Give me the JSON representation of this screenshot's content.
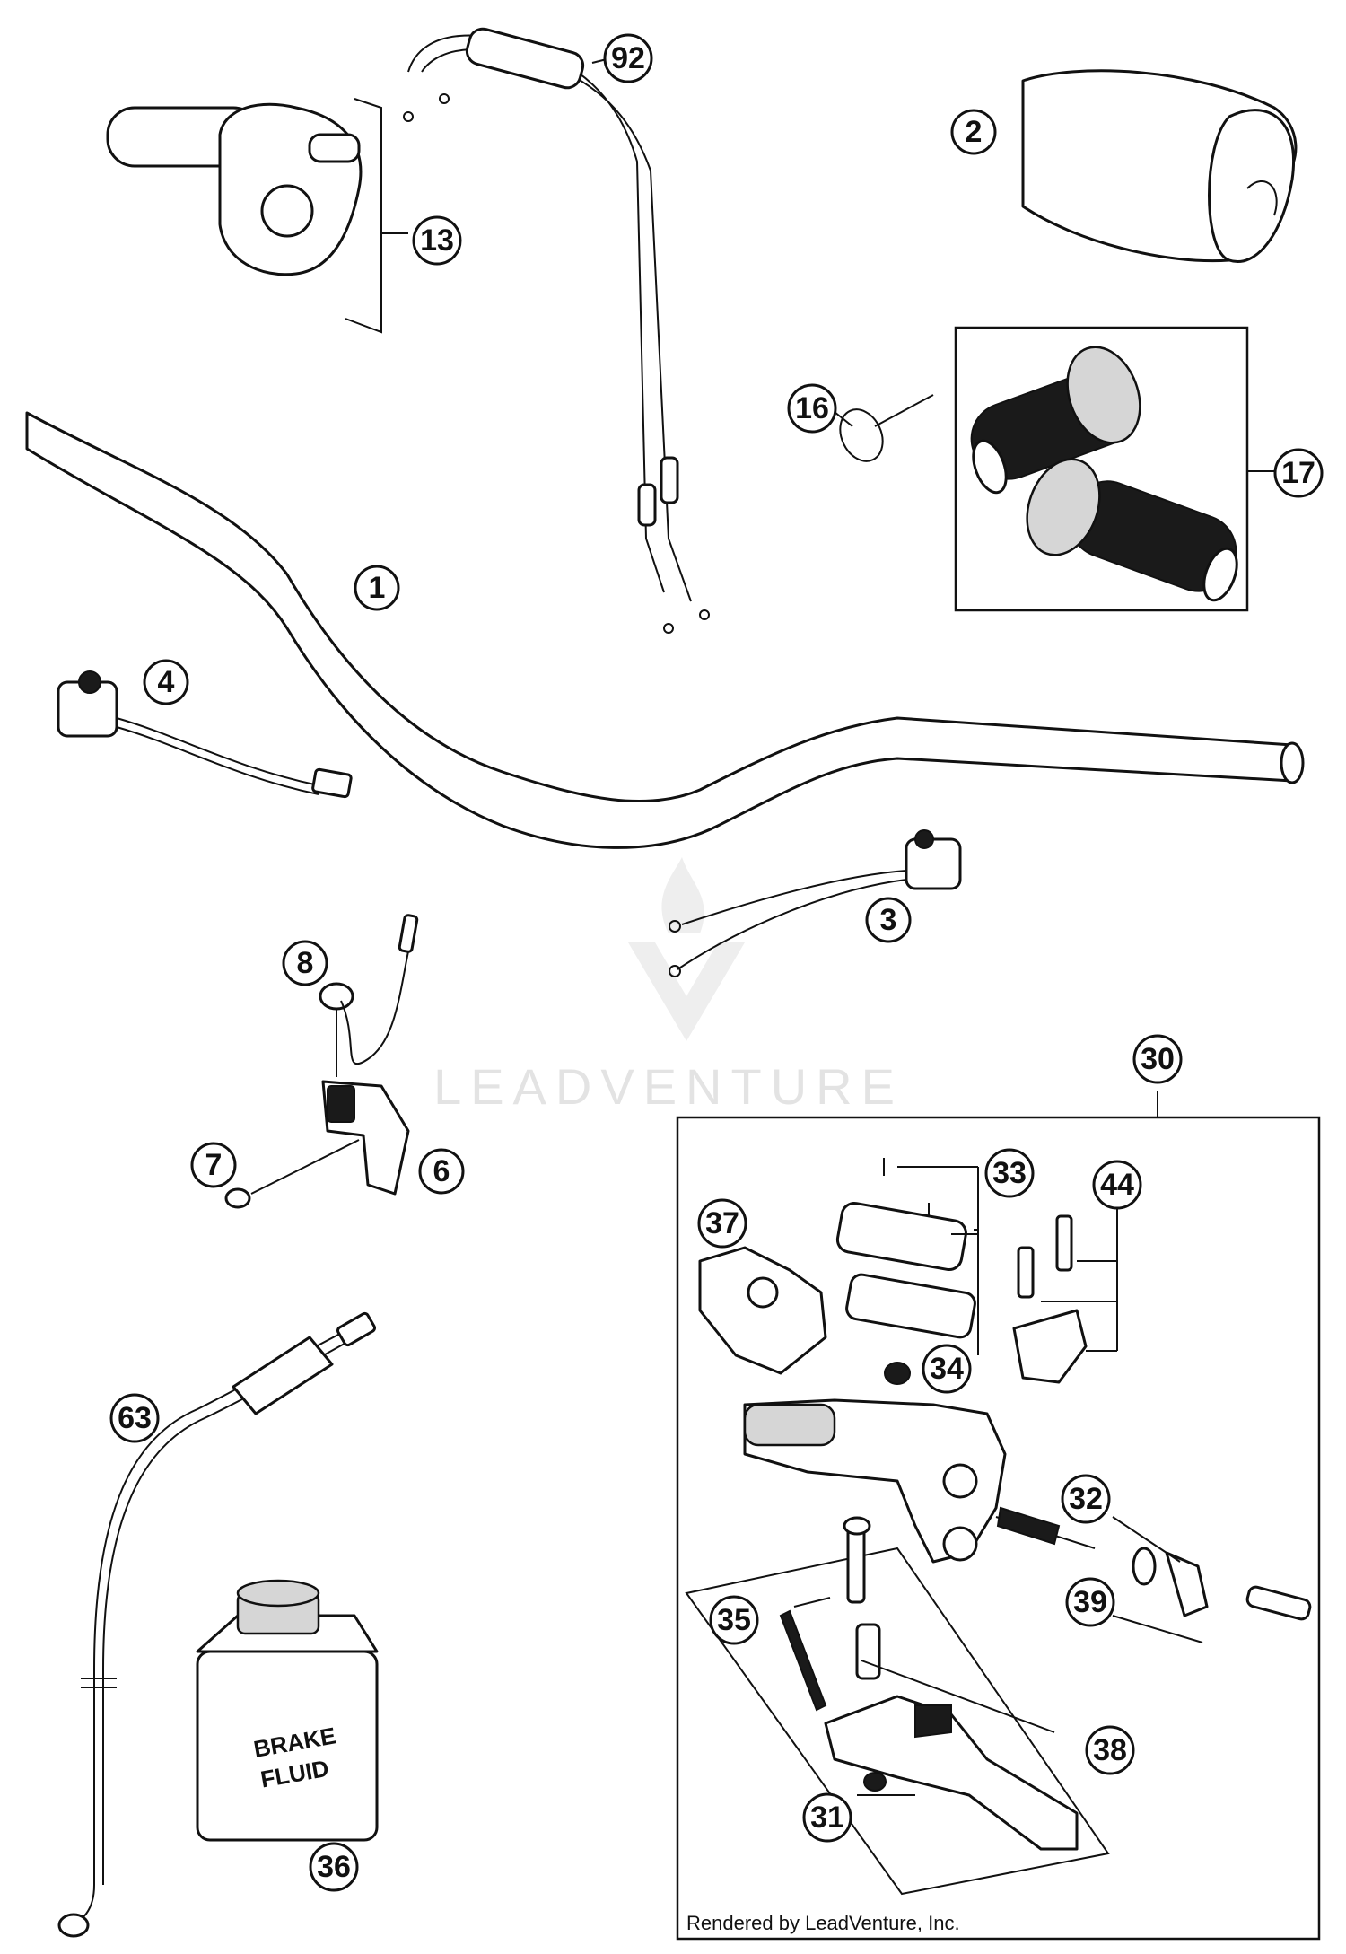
{
  "watermark": {
    "text": "LEADVENTURE"
  },
  "footer": {
    "credit": "Rendered by LeadVenture, Inc."
  },
  "fluid_bottle": {
    "label_line1": "BRAKE",
    "label_line2": "FLUID"
  },
  "callouts": {
    "c1": "1",
    "c2": "2",
    "c3": "3",
    "c4": "4",
    "c6": "6",
    "c7": "7",
    "c8": "8",
    "c13": "13",
    "c16": "16",
    "c17": "17",
    "c30": "30",
    "c31": "31",
    "c32": "32",
    "c33": "33",
    "c34": "34",
    "c35": "35",
    "c36": "36",
    "c37": "37",
    "c38": "38",
    "c39": "39",
    "c44": "44",
    "c63": "63",
    "c92": "92"
  }
}
